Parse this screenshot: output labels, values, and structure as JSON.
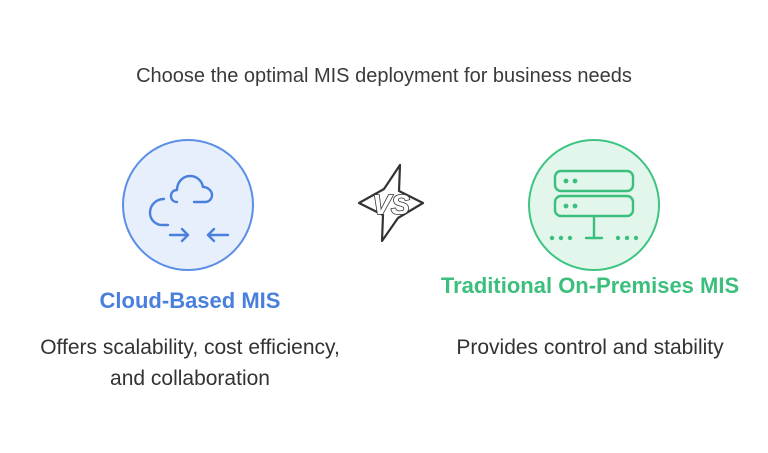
{
  "heading": "Choose the optimal MIS deployment for business needs",
  "vs_label": "VS",
  "colors": {
    "cloud_accent": "#4a80dd",
    "cloud_fill": "#e8effc",
    "server_accent": "#3cbf7c",
    "server_fill": "#e3f6ec",
    "vs_fill": "#ffffff",
    "vs_stroke": "#333333"
  },
  "options": [
    {
      "icon": "cloud-sync-icon",
      "title": "Cloud-Based MIS",
      "description": "Offers scalability, cost efficiency, and collaboration"
    },
    {
      "icon": "server-icon",
      "title": "Traditional On-Premises MIS",
      "description": "Provides control and stability"
    }
  ]
}
